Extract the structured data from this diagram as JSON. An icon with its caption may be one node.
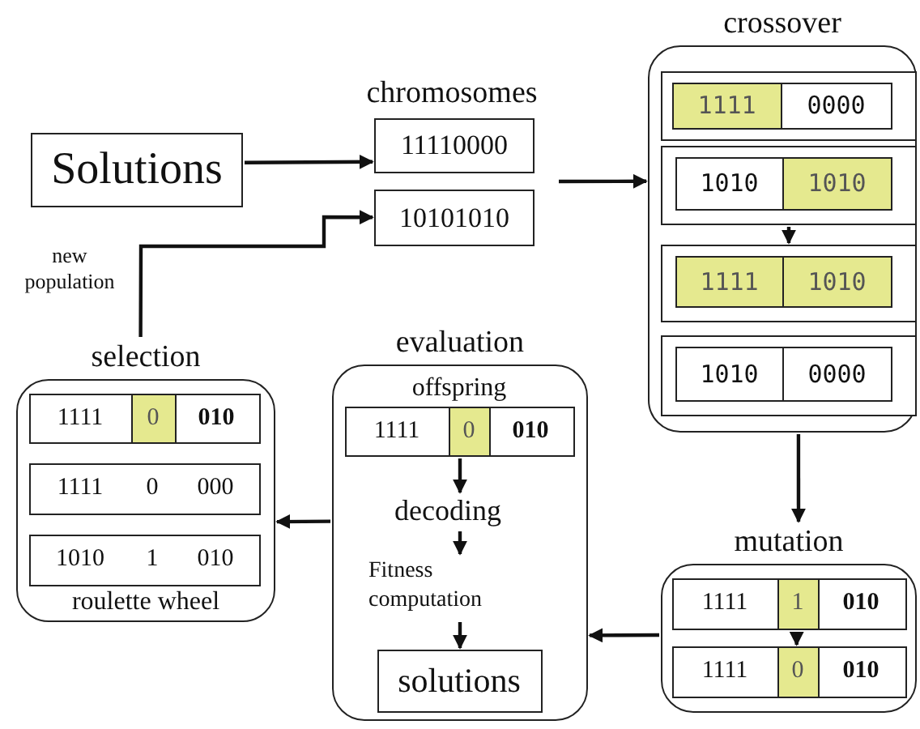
{
  "diagram": {
    "nodes": [
      {
        "text": [
          "Solutions"
        ]
      },
      {
        "text": [
          "11110000"
        ]
      },
      {
        "text": [
          "10101010"
        ]
      },
      {
        "text": [
          "crossover"
        ]
      },
      {
        "text": [
          "1111",
          "0000"
        ],
        "in": 3
      },
      {
        "text": [
          "1010",
          "1010"
        ],
        "in": 3
      },
      {
        "text": [
          "1111",
          "1010"
        ],
        "in": 3
      },
      {
        "text": [
          "1010",
          "0000"
        ],
        "in": 3
      },
      {
        "text": [
          "mutation"
        ]
      },
      {
        "text": [
          "1111",
          "1",
          "010"
        ],
        "in": 8
      },
      {
        "text": [
          "1111",
          "0",
          "010"
        ],
        "in": 8
      },
      {
        "text": [
          "evaluation"
        ]
      },
      {
        "text": [
          "offspring",
          "1111",
          "0",
          "010"
        ],
        "in": 11
      },
      {
        "text": [
          "decoding"
        ],
        "in": 11
      },
      {
        "text": [
          "Fitness computation"
        ],
        "in": 11
      },
      {
        "text": [
          "solutions"
        ],
        "in": 11
      },
      {
        "text": [
          "selection",
          "roulette wheel"
        ]
      },
      {
        "text": [
          "1111",
          "0",
          "010"
        ],
        "in": 16
      },
      {
        "text": [
          "1111",
          "0",
          "000"
        ],
        "in": 16
      },
      {
        "text": [
          "1010",
          "1",
          "010"
        ],
        "in": 16
      }
    ],
    "edges": [
      {
        "from": 0,
        "to": 1,
        "arrow": "to"
      },
      {
        "from": null,
        "to": 3,
        "arrow": "to"
      },
      {
        "from": 5,
        "to": 6,
        "arrow": "to"
      },
      {
        "from": 3,
        "to": 8,
        "arrow": "to"
      },
      {
        "from": 9,
        "to": 10,
        "arrow": "to"
      },
      {
        "from": 8,
        "to": 11,
        "arrow": "to"
      },
      {
        "from": 12,
        "to": 13,
        "arrow": "to"
      },
      {
        "from": 13,
        "to": 14,
        "arrow": "to"
      },
      {
        "from": 14,
        "to": 15,
        "arrow": "to"
      },
      {
        "from": 11,
        "to": 16,
        "arrow": "to"
      },
      {
        "from": 16,
        "to": 2,
        "arrow": "to",
        "label": "new population"
      }
    ],
    "labels": [
      "chromosomes"
    ]
  }
}
